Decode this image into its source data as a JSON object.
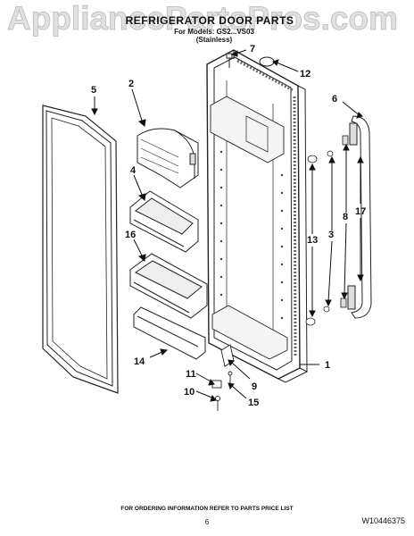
{
  "watermark": "AppliancePartsPros.com",
  "title": "REFRIGERATOR DOOR PARTS",
  "subtitle_model": "For Models: GS2...VS03",
  "subtitle_finish": "(Stainless)",
  "footer": "FOR ORDERING INFORMATION REFER TO PARTS PRICE LIST",
  "page_number": "6",
  "document_number": "W10446375",
  "callouts": {
    "c1": "1",
    "c2": "2",
    "c3": "3",
    "c4": "4",
    "c5": "5",
    "c6": "6",
    "c7": "7",
    "c8": "8",
    "c9": "9",
    "c10": "10",
    "c11": "11",
    "c12": "12",
    "c13": "13",
    "c14": "14",
    "c15": "15",
    "c16": "16",
    "c17": "17"
  }
}
